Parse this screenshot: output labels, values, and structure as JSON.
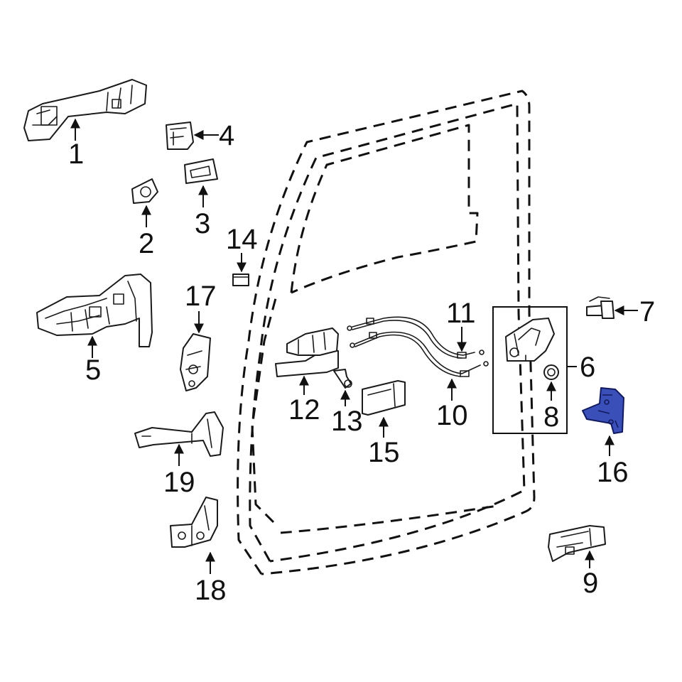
{
  "diagram": {
    "highlight_color": "#3b4fb8",
    "line_color": "#111111",
    "callouts": [
      {
        "id": "p1",
        "label": "1"
      },
      {
        "id": "p2",
        "label": "2"
      },
      {
        "id": "p3",
        "label": "3"
      },
      {
        "id": "p4",
        "label": "4"
      },
      {
        "id": "p5",
        "label": "5"
      },
      {
        "id": "p6",
        "label": "6"
      },
      {
        "id": "p7",
        "label": "7"
      },
      {
        "id": "p8",
        "label": "8"
      },
      {
        "id": "p9",
        "label": "9"
      },
      {
        "id": "p10",
        "label": "10"
      },
      {
        "id": "p11",
        "label": "11"
      },
      {
        "id": "p12",
        "label": "12"
      },
      {
        "id": "p13",
        "label": "13"
      },
      {
        "id": "p14",
        "label": "14"
      },
      {
        "id": "p15",
        "label": "15"
      },
      {
        "id": "p16",
        "label": "16",
        "highlighted": true
      },
      {
        "id": "p17",
        "label": "17"
      },
      {
        "id": "p18",
        "label": "18"
      },
      {
        "id": "p19",
        "label": "19"
      }
    ]
  }
}
